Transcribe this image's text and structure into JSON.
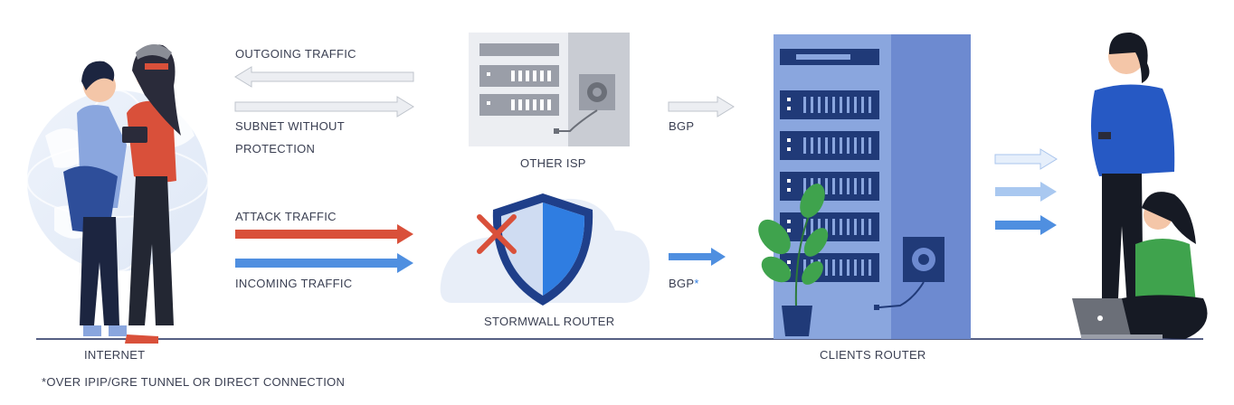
{
  "labels": {
    "outgoing_traffic": "OUTGOING TRAFFIC",
    "subnet_without": "SUBNET WITHOUT",
    "protection": "PROTECTION",
    "attack_traffic": "ATTACK TRAFFIC",
    "incoming_traffic": "INCOMING TRAFFIC",
    "other_isp": "OTHER ISP",
    "stormwall_router": "STORMWALL ROUTER",
    "bgp": "BGP",
    "bgp_star_text": "BGP",
    "bgp_star_mark": "*",
    "internet": "INTERNET",
    "clients_router": "CLIENTS ROUTER",
    "footnote": "*OVER IPIP/GRE TUNNEL OR DIRECT CONNECTION"
  },
  "colors": {
    "attack": "#d9503a",
    "incoming": "#4f8fe0",
    "gray_arrow": "#d7dae0",
    "rack_light": "#8aa6de",
    "rack_dark": "#6d8ad0",
    "navy": "#203a78",
    "shield_blue": "#2f7de1",
    "plant_green": "#3fa34d"
  },
  "icons": [
    "globe-icon",
    "people-icon",
    "isp-server-icon",
    "shield-icon",
    "cloud-icon",
    "x-mark-icon",
    "plant-icon",
    "server-rack-icon",
    "clients-people-icon",
    "laptop-icon"
  ]
}
